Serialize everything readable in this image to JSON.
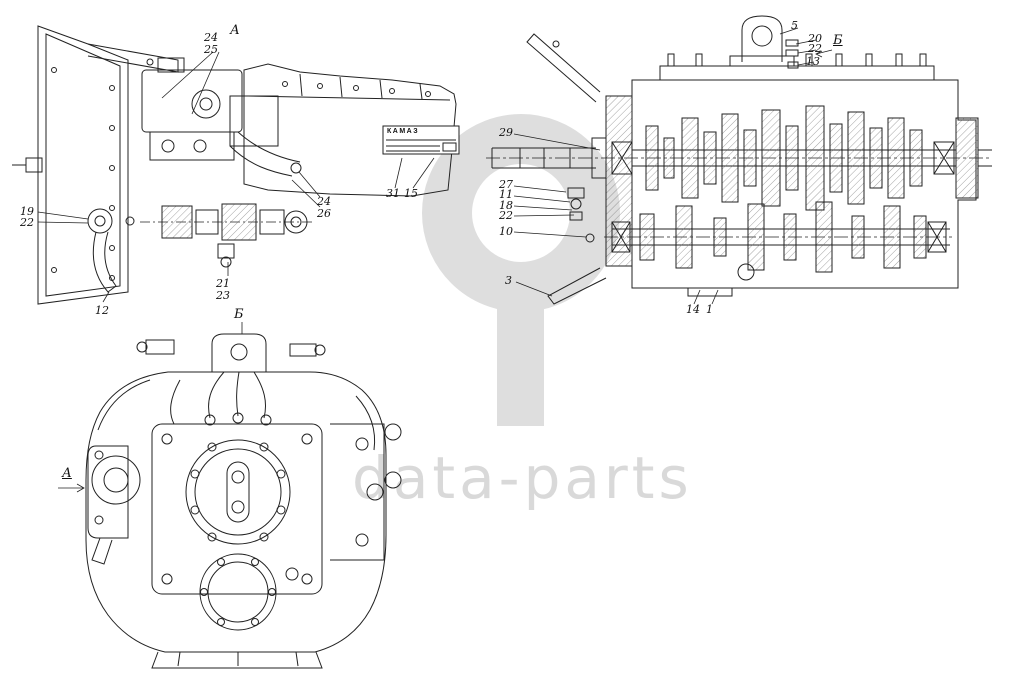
{
  "watermark": {
    "text": "data-parts",
    "color": "#d9d9d9"
  },
  "nameplate": {
    "brand": "КАМАЗ"
  },
  "side_view": {
    "view_label": "А",
    "callouts": {
      "c24a": "24",
      "c25": "25",
      "c31": "31",
      "c15": "15",
      "c24b": "24",
      "c26": "26",
      "c19": "19",
      "c22": "22",
      "c21": "21",
      "c23": "23",
      "c12": "12"
    }
  },
  "section_view": {
    "view_label": "Б",
    "callouts": {
      "c5": "5",
      "c20": "20",
      "c22a": "22",
      "c13": "13",
      "c29": "29",
      "c27": "27",
      "c11": "11",
      "c18": "18",
      "c22b": "22",
      "c10": "10",
      "c3": "3",
      "c14": "14",
      "c1": "1"
    }
  },
  "front_view": {
    "view_label": "Б",
    "direction_label": "А"
  }
}
